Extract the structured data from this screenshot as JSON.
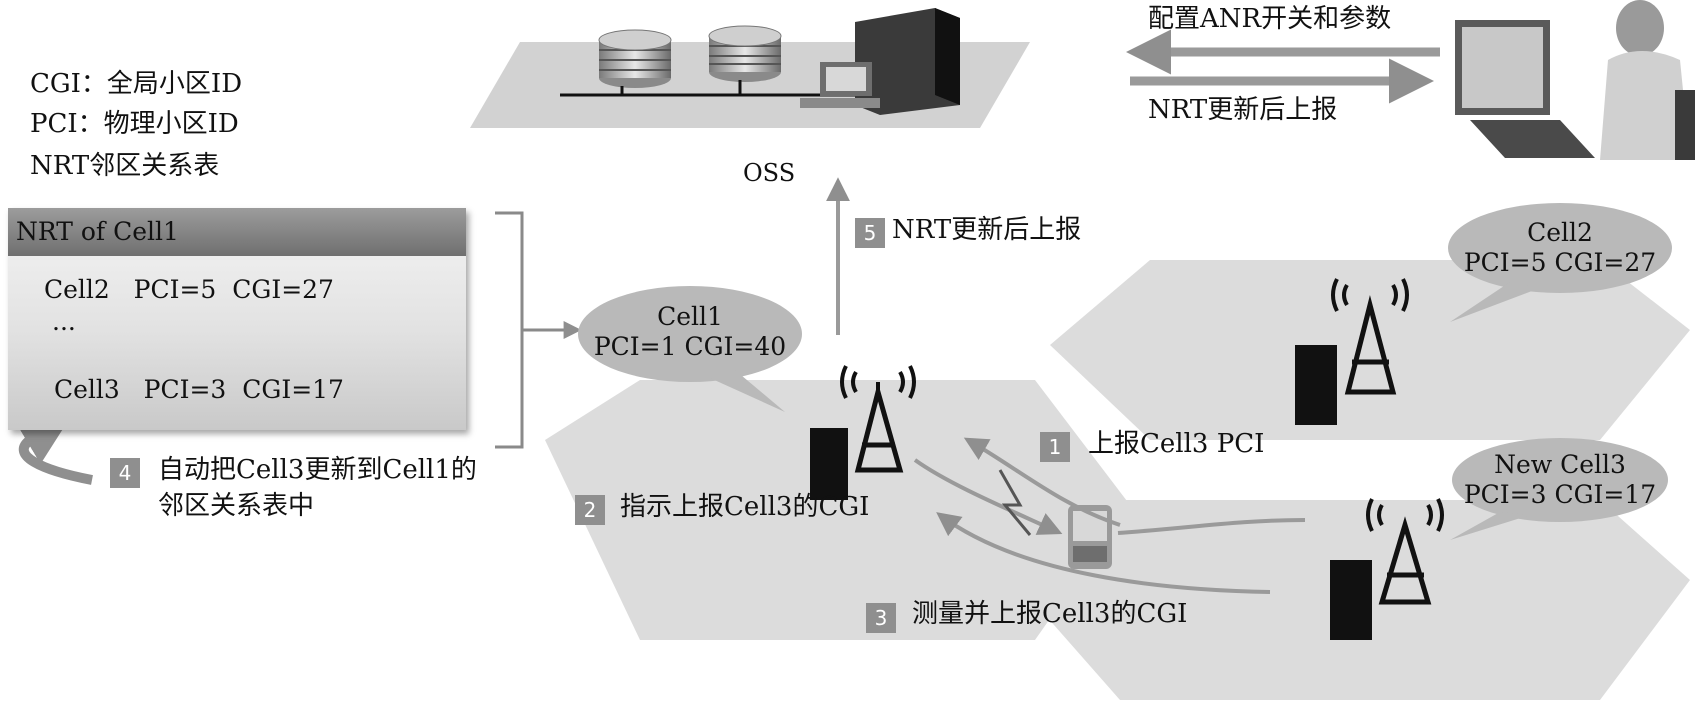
{
  "legend": {
    "cgi": "CGI：全局小区ID",
    "pci": "PCI：物理小区ID",
    "nrt": "NRT邻区关系表"
  },
  "nrt_table": {
    "title": "NRT of Cell1",
    "rows": [
      "Cell2   PCI=5  CGI=27",
      "...",
      "Cell3   PCI=3  CGI=17"
    ]
  },
  "oss": {
    "label": "OSS"
  },
  "top_arrows": {
    "config_label": "配置ANR开关和参数",
    "report_label": "NRT更新后上报"
  },
  "steps": [
    {
      "num": "1",
      "label": "上报Cell3 PCI"
    },
    {
      "num": "2",
      "label": "指示上报Cell3的CGI"
    },
    {
      "num": "3",
      "label": "测量并上报Cell3的CGI"
    },
    {
      "num": "4",
      "label_line1": "自动把Cell3更新到Cell1的",
      "label_line2": "邻区关系表中"
    },
    {
      "num": "5",
      "label": "NRT更新后上报"
    }
  ],
  "cells": {
    "cell1": {
      "name": "Cell1",
      "params": "PCI=1 CGI=40"
    },
    "cell2": {
      "name": "Cell2",
      "params": "PCI=5 CGI=27"
    },
    "cell3": {
      "name": "New Cell3",
      "params": "PCI=3 CGI=17"
    }
  },
  "colors": {
    "arrow": "#9a9a9a",
    "badge": "#8f8f8f",
    "bubble": "#b9b9b9",
    "hex": "#dcdcdc"
  }
}
